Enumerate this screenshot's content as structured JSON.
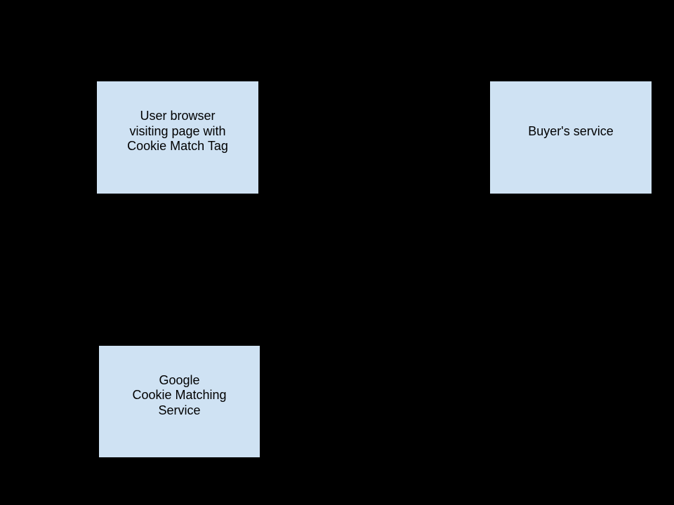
{
  "canvas": {
    "background_color": "#000000"
  },
  "style": {
    "node_fill_color": "#cfe2f3",
    "node_border_color": "#000000",
    "node_text_color": "#000000"
  },
  "nodes": {
    "user_browser": {
      "lines": [
        "User browser",
        "visiting page with",
        "Cookie Match Tag"
      ]
    },
    "buyers_service": {
      "lines": [
        "Buyer's service"
      ]
    },
    "google_cookie_matching": {
      "lines": [
        "Google",
        "Cookie Matching",
        "Service"
      ]
    }
  }
}
